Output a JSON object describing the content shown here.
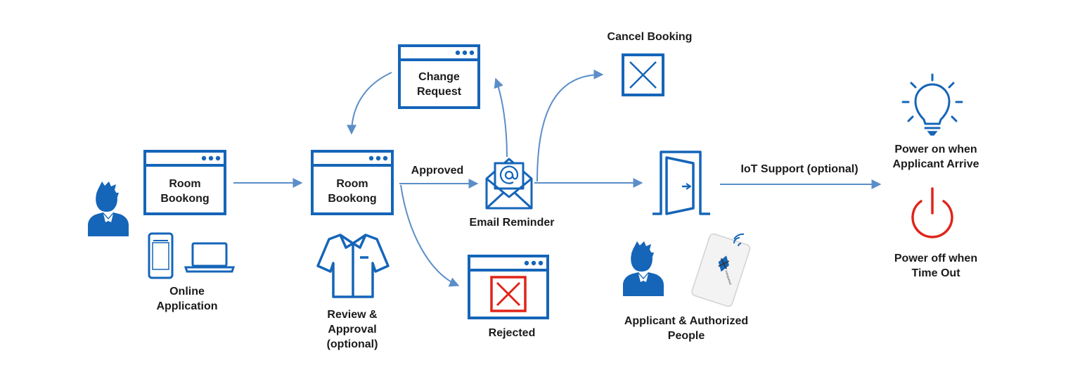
{
  "colors": {
    "primary": "#1565b8",
    "arrow": "#5b8ec8",
    "reject": "#e0241b",
    "power_off": "#e0241b",
    "text": "#1b1b1b"
  },
  "nodes": {
    "room_booking_1": {
      "title": "Room\nBookong",
      "icon": "browser-window-icon"
    },
    "room_booking_2": {
      "title": "Room\nBookong",
      "icon": "browser-window-icon"
    },
    "change_request": {
      "title": "Change\nRequest",
      "icon": "browser-window-icon"
    },
    "cancel_booking": {
      "label": "Cancel Booking",
      "icon": "cancel-x-box-icon"
    },
    "email_reminder": {
      "label": "Email Reminder",
      "icon": "envelope-at-icon"
    },
    "rejected": {
      "label": "Rejected",
      "icon": "rejected-window-icon"
    },
    "online_application": {
      "label": "Online\nApplication",
      "icons": [
        "user-icon",
        "smartphone-icon",
        "laptop-icon"
      ]
    },
    "review_approval": {
      "label": "Review &\nApproval\n(optional)",
      "icon": "shirt-icon"
    },
    "applicant_people": {
      "label": "Applicant & Authorized\nPeople",
      "icons": [
        "user-icon",
        "rfid-card-icon"
      ]
    },
    "door": {
      "icon": "door-icon"
    },
    "power_on": {
      "label": "Power on when\nApplicant Arrive",
      "icon": "light-bulb-icon"
    },
    "power_off": {
      "label": "Power off when\nTime Out",
      "icon": "power-icon"
    }
  },
  "edges": {
    "approved": "Approved",
    "iot_support": "IoT Support (optional)"
  },
  "card_text": "integrated"
}
